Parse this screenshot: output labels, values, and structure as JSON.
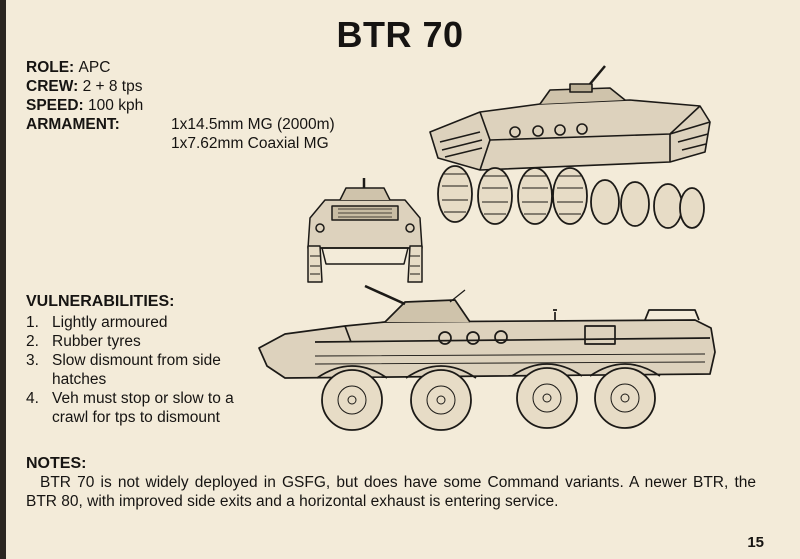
{
  "title": "BTR 70",
  "specs": {
    "role": {
      "label": "ROLE:",
      "value": "APC"
    },
    "crew": {
      "label": "CREW:",
      "value": "2 + 8 tps"
    },
    "speed": {
      "label": "SPEED:",
      "value": "100 kph"
    },
    "armament": {
      "label": "ARMAMENT:",
      "values": [
        "1x14.5mm MG (2000m)",
        "1x7.62mm Coaxial MG"
      ]
    }
  },
  "vulnerabilities": {
    "heading": "VULNERABILITIES:",
    "items": [
      {
        "num": "1.",
        "text": "Lightly armoured"
      },
      {
        "num": "2.",
        "text": "Rubber tyres"
      },
      {
        "num": "3.",
        "text": "Slow dismount from side hatches"
      },
      {
        "num": "4.",
        "text": "Veh must stop or slow to a crawl for tps to dismount"
      }
    ]
  },
  "notes": {
    "heading": "NOTES:",
    "text": "BTR 70 is not widely deployed in GSFG, but does have some Command variants. A newer BTR, the BTR 80, with improved side exits and a horizontal exhaust is entering service."
  },
  "page_number": "15"
}
